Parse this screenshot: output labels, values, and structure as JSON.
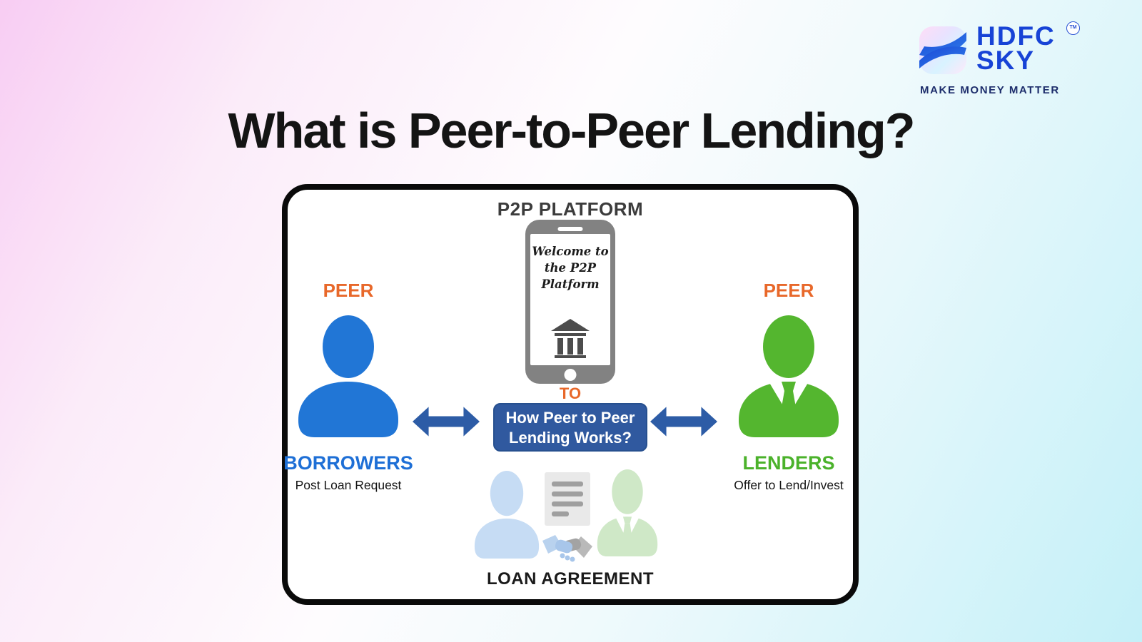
{
  "brand": {
    "name_line1": "HDFC",
    "name_line2": "SKY",
    "trademark": "TM",
    "tagline": "MAKE MONEY MATTER"
  },
  "title": "What is Peer-to-Peer Lending?",
  "diagram": {
    "platform_label": "P2P PLATFORM",
    "phone_screen_lines": [
      "Welcome to",
      "the P2P",
      "Platform"
    ],
    "to_label": "TO",
    "center_box_line1": "How Peer to Peer",
    "center_box_line2": "Lending Works?",
    "left": {
      "peer_label": "PEER",
      "role": "BORROWERS",
      "action": "Post Loan Request"
    },
    "right": {
      "peer_label": "PEER",
      "role": "LENDERS",
      "action": "Offer to Lend/Invest"
    },
    "agreement_label": "LOAN AGREEMENT"
  },
  "colors": {
    "accent_orange": "#E8682A",
    "borrower_blue": "#2176D6",
    "lender_green": "#54B62F",
    "arrow_blue": "#2D5CA6",
    "center_box_blue": "#30599F",
    "brand_blue": "#1743D6",
    "brand_navy": "#1D2D6B",
    "background_pink": "#F8CDF3",
    "background_cyan": "#C4F0F8",
    "panel_border": "#0A0A0A"
  }
}
